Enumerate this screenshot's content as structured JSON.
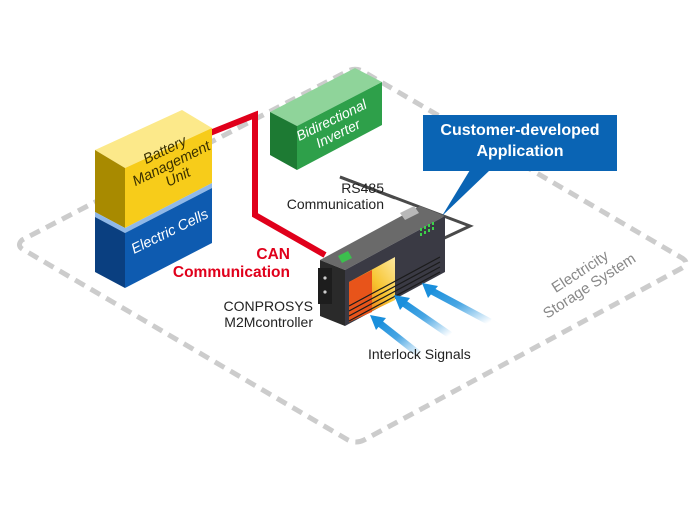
{
  "diagram": {
    "title": "Electricity Storage System",
    "boundary_label": [
      "Electricity",
      "Storage System"
    ],
    "colors": {
      "boundary": "#cccccc",
      "bmu": "#f7cc1a",
      "cells": "#0e5bb0",
      "inverter": "#2ea04a",
      "can_line": "#e0001b",
      "rs485_line": "#444444",
      "callout": "#0a64b4",
      "signal_arrows": "#1a8fdc"
    },
    "blocks": {
      "bmu": {
        "label": [
          "Battery",
          "Management",
          "Unit"
        ]
      },
      "cells": {
        "label": [
          "Electric Cells"
        ]
      },
      "inverter": {
        "label": [
          "Bidirectional",
          "Inverter"
        ]
      }
    },
    "links": {
      "can": {
        "label": [
          "CAN",
          "Communication"
        ]
      },
      "rs485": {
        "label": [
          "RS485",
          "Communication"
        ]
      }
    },
    "controller": {
      "label": [
        "CONPROSYS",
        "M2Mcontroller"
      ]
    },
    "callout": {
      "label": [
        "Customer-developed",
        "Application"
      ]
    },
    "signals": {
      "label": "Interlock Signals",
      "arrow_count": 3
    }
  }
}
